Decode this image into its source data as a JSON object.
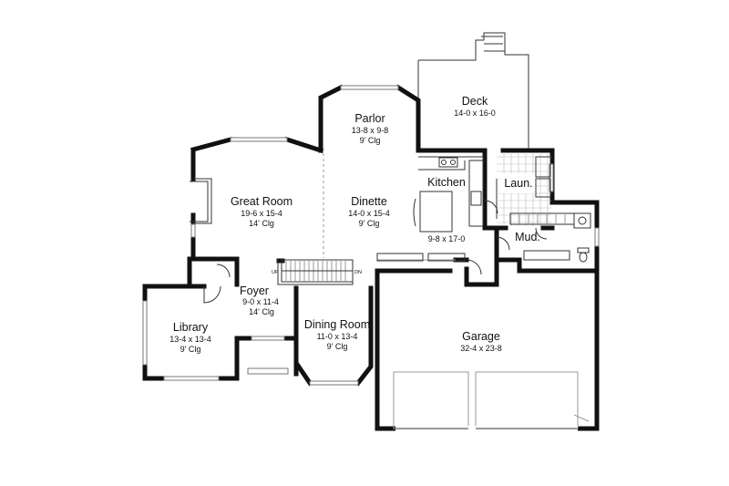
{
  "rooms": {
    "deck": {
      "name": "Deck",
      "dims": "14-0 x 16-0"
    },
    "parlor": {
      "name": "Parlor",
      "dims": "13-8 x 9-8",
      "ceiling": "9' Clg"
    },
    "great_room": {
      "name": "Great Room",
      "dims": "19-6 x 15-4",
      "ceiling": "14' Clg"
    },
    "dinette": {
      "name": "Dinette",
      "dims": "14-0 x 15-4",
      "ceiling": "9' Clg"
    },
    "kitchen": {
      "name": "Kitchen",
      "dims": "9-8 x 17-0"
    },
    "laundry": {
      "name": "Laun."
    },
    "mud": {
      "name": "Mud."
    },
    "foyer": {
      "name": "Foyer",
      "dims": "9-0 x 11-4",
      "ceiling": "14' Clg"
    },
    "library": {
      "name": "Library",
      "dims": "13-4 x 13-4",
      "ceiling": "9' Clg"
    },
    "dining_room": {
      "name": "Dining Room",
      "dims": "11-0 x 13-4",
      "ceiling": "9' Clg"
    },
    "garage": {
      "name": "Garage",
      "dims": "32-4 x 23-8"
    }
  },
  "stairs": {
    "up": "UP",
    "down": "DN"
  }
}
